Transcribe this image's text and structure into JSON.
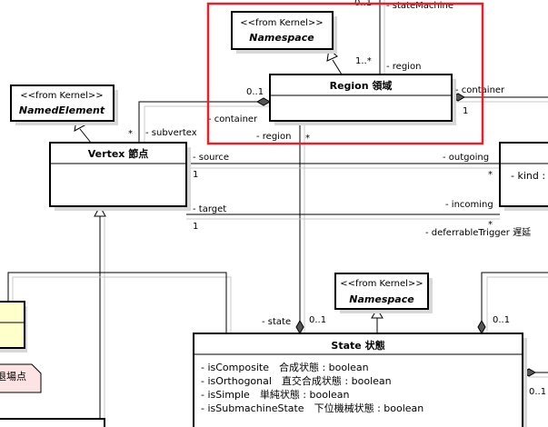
{
  "classes": {
    "namespace_top": {
      "stereotype": "<<from Kernel>>",
      "name": "Namespace"
    },
    "named_element": {
      "stereotype": "<<from Kernel>>",
      "name": "NamedElement"
    },
    "namespace_state": {
      "stereotype": "<<from Kernel>>",
      "name": "Namespace"
    },
    "region": {
      "name": "Region 領域"
    },
    "vertex": {
      "name": "Vertex 節点"
    },
    "transition_partial": {
      "attr": "- kind : T"
    },
    "state": {
      "name": "State 状態",
      "attributes": [
        "- isComposite　合成状態 : boolean",
        "- isOrthogonal　直交合成状態 : boolean",
        "- isSimple　単純状態 : boolean",
        "- isSubmachineState　下位機械状態 : boolean"
      ]
    },
    "note_partial": {
      "text": "退場点"
    }
  },
  "labels": {
    "sm_mult": "0..1",
    "sm_role": "- stateMachine",
    "region_mult": "1..*",
    "region_role": "- region",
    "cont_mult": "0..1",
    "cont_role": "- container",
    "subv_mult": "*",
    "subv_role": "- subvertex",
    "rcont_role": "- container",
    "rcont_mult": "1",
    "reg2_role": "- region",
    "reg2_mult": "*",
    "state_role": "- state",
    "state_mult": "0..1",
    "source_role": "- source",
    "source_mult": "1",
    "outgoing_role": "- outgoing",
    "outgoing_mult": "*",
    "target_role": "- target",
    "target_mult": "1",
    "incoming_role": "- incoming",
    "incoming_mult": "*",
    "deferrable_role": "- deferrableTrigger 遅延",
    "deferrable_mult": "0..1",
    "right_mult": "0..1"
  },
  "colors": {
    "highlight": "#e8202a",
    "note_fill": "#fde4e4",
    "yellow_fill": "#ffffcc"
  }
}
